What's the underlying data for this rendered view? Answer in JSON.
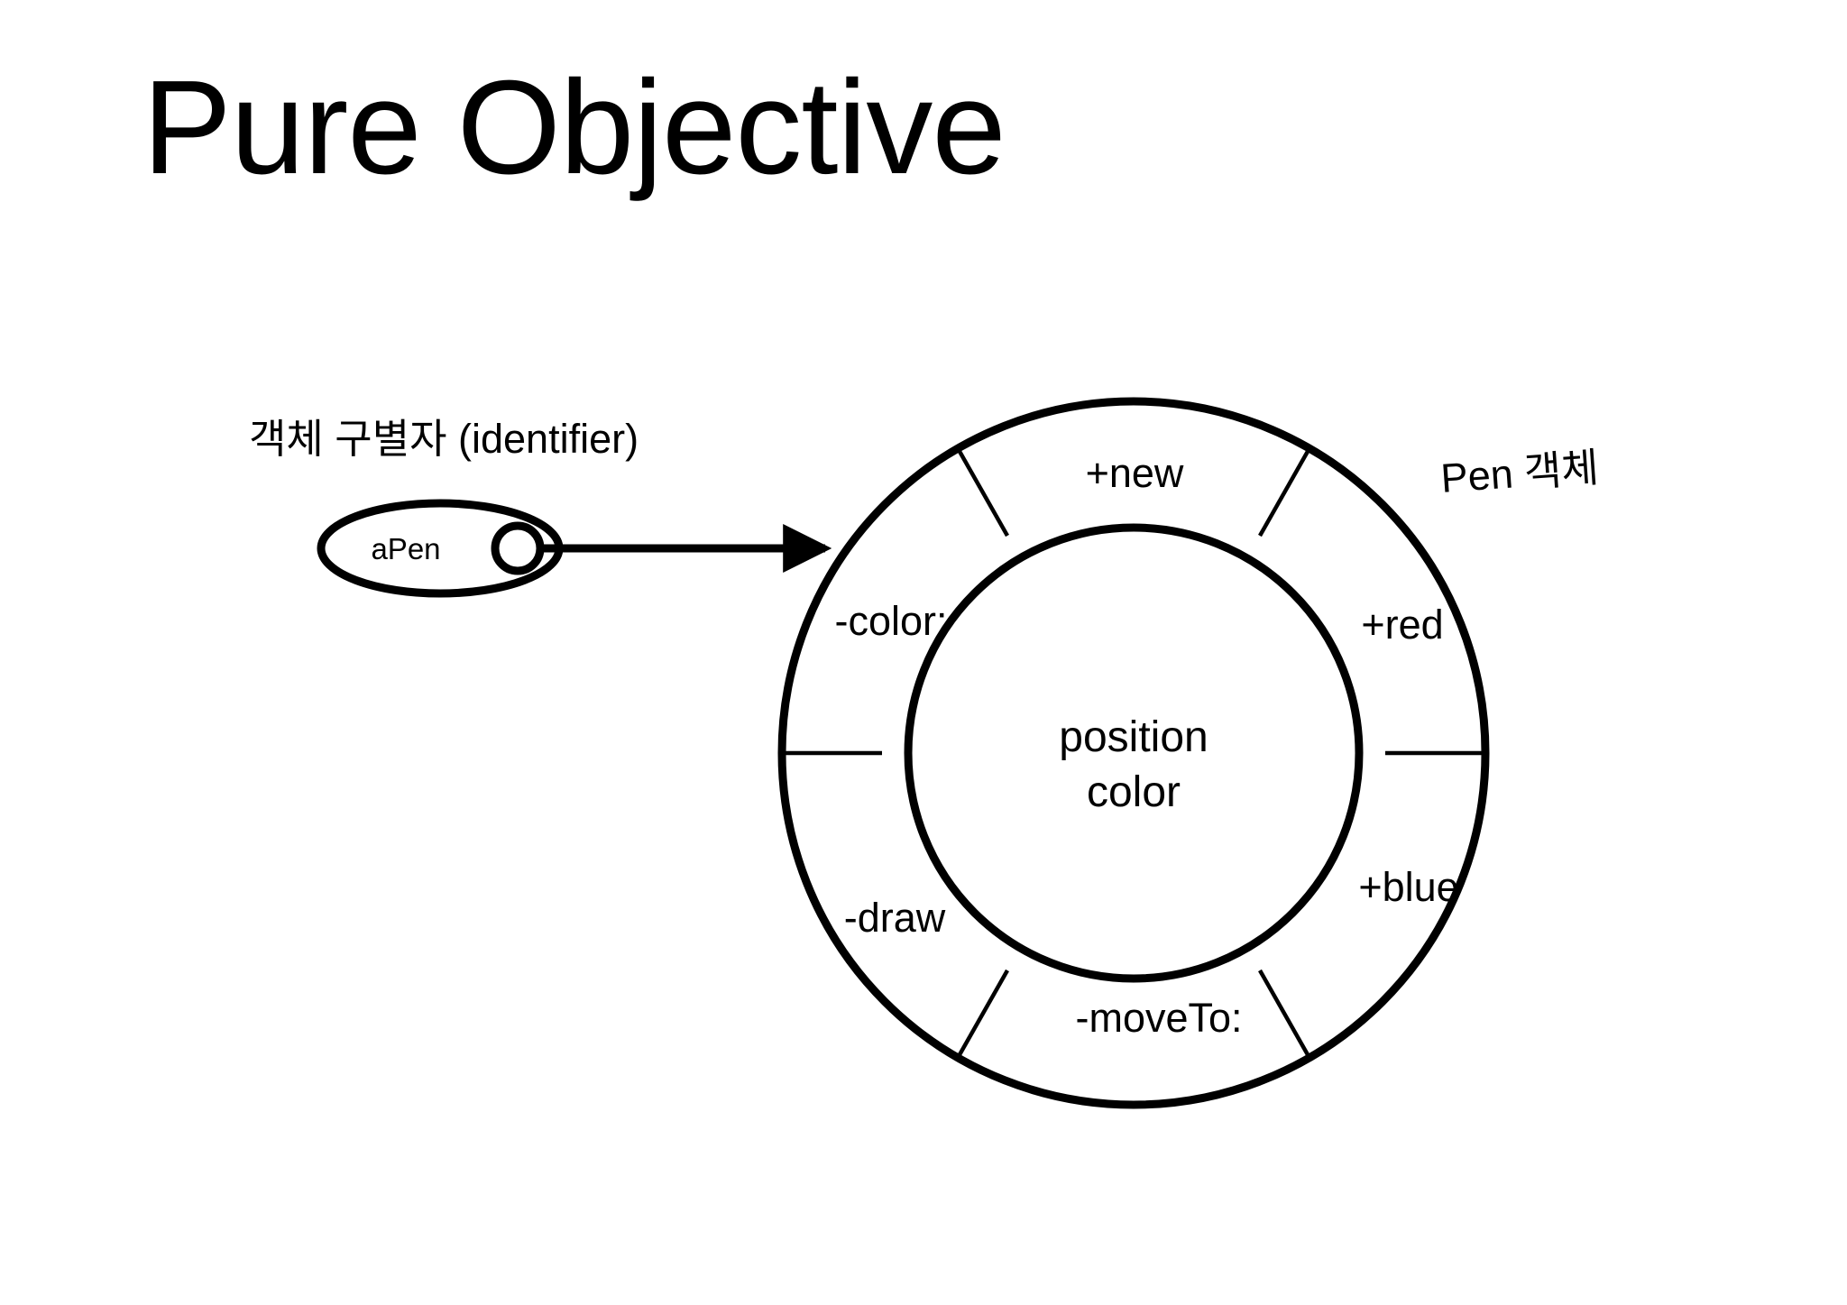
{
  "slide": {
    "title": "Pure Objective",
    "background_color": "#ffffff",
    "text_color": "#000000"
  },
  "identifier": {
    "caption": "객체 구별자 (identifier)",
    "ellipse_label": "aPen",
    "handle_icon": "circle-handle-icon",
    "arrow_icon": "arrow-right-icon"
  },
  "pen_object": {
    "caption": "Pen 객체",
    "core_fill_color": "#d0d0d0",
    "outer_fill_color": "#ffffff",
    "stroke_color": "#000000",
    "core": {
      "lines": [
        "position",
        "color"
      ]
    },
    "methods": [
      {
        "label": "+new",
        "visibility": "public"
      },
      {
        "label": "+red",
        "visibility": "public"
      },
      {
        "label": "+blue",
        "visibility": "public"
      },
      {
        "label": "-moveTo:",
        "visibility": "private"
      },
      {
        "label": "-draw",
        "visibility": "private"
      },
      {
        "label": "-color:",
        "visibility": "private"
      }
    ]
  }
}
